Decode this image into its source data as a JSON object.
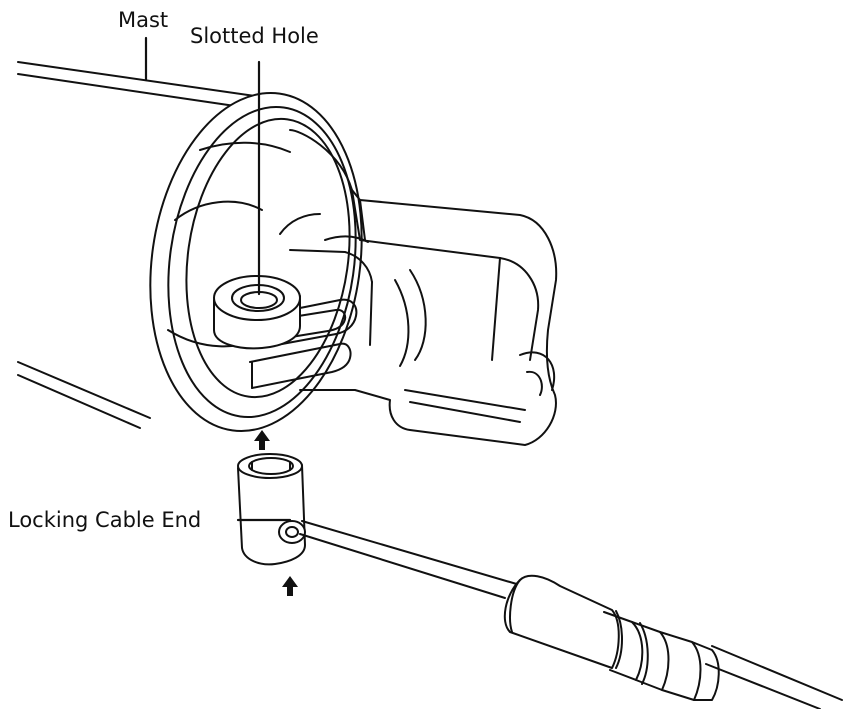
{
  "labels": {
    "mast": "Mast",
    "slotted_hole": "Slotted Hole",
    "locking_cable_end": "Locking Cable End"
  },
  "colors": {
    "ink": "#111111",
    "paper": "#ffffff",
    "shade": "#f2f2f2"
  }
}
